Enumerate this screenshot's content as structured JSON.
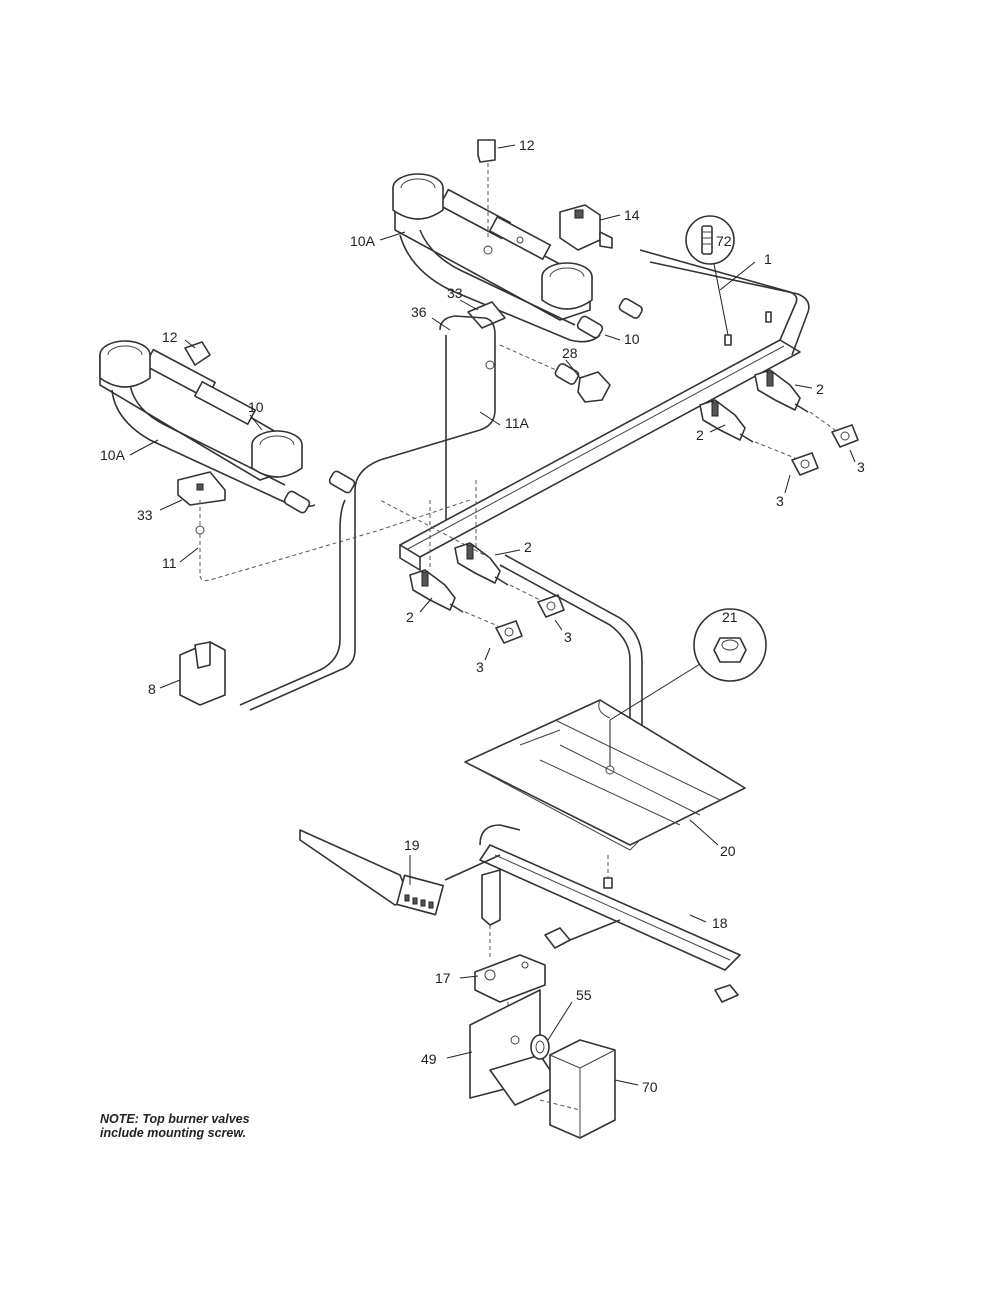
{
  "labels": {
    "l1": "1",
    "l2a": "2",
    "l2b": "2",
    "l2c": "2",
    "l2d": "2",
    "l3a": "3",
    "l3b": "3",
    "l3c": "3",
    "l3d": "3",
    "l8": "8",
    "l10a": "10",
    "l10b": "10",
    "l10A1": "10A",
    "l10A2": "10A",
    "l11": "11",
    "l11A": "11A",
    "l12a": "12",
    "l12b": "12",
    "l14": "14",
    "l17": "17",
    "l18": "18",
    "l19": "19",
    "l20": "20",
    "l21": "21",
    "l28": "28",
    "l33a": "33",
    "l33b": "33",
    "l36": "36",
    "l49": "49",
    "l55": "55",
    "l70": "70",
    "l72": "72"
  },
  "note": {
    "line1": "NOTE: Top burner valves",
    "line2": "include mounting screw."
  }
}
